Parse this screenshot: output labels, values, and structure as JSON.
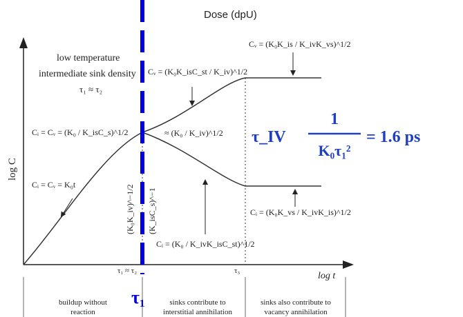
{
  "header": {
    "dose": "Dose (dpU)"
  },
  "axes": {
    "y_label": "log C",
    "x_label": "log t"
  },
  "annotations": {
    "low_temp_1": "low temperature",
    "low_temp_2": "intermediate sink density",
    "tau_eq": "τ₁ ≈ τ₂",
    "cv_mid": "Cᵥ = (K₀K_isC_st / K_iv)^1/2",
    "cv_top": "Cᵥ = (K₀K_is / K_ivK_vs)^1/2",
    "ci_cv_eq": "Cᵢ = Cᵥ = (K₀ / K_isC_s)^1/2",
    "approx_kiv": "≈ (K₀ / K_iv)^1/2",
    "ci_cv_k0t": "Cᵢ = Cᵥ = K₀t",
    "vert_1": "(K₀K_iv)^−1/2",
    "vert_2": "(K_isC_s)^−1",
    "ci_bottom": "Cᵢ = (K₀ / K_ivK_isC_st)^1/2",
    "ci_right": "Cᵢ = (K₀K_vs / K_ivK_is)^1/2",
    "tau_x1": "τ₁ ≈ τ₂",
    "tau_x3": "τ₃"
  },
  "formula": {
    "lhs": "τ_IV",
    "numerator": "1",
    "denominator": "K₀τ₁²",
    "rhs": "= 1.6 ps"
  },
  "regions": {
    "r1_a": "buildup without",
    "r1_b": "reaction",
    "r2_a": "sinks contribute to",
    "r2_b": "interstitial annihilation",
    "r3_a": "sinks also contribute to",
    "r3_b": "vacancy annihilation"
  },
  "tau_marker": "τ₁",
  "colors": {
    "accent": "#0000e0",
    "ink": "#222222",
    "formula": "#1f3fbf"
  }
}
